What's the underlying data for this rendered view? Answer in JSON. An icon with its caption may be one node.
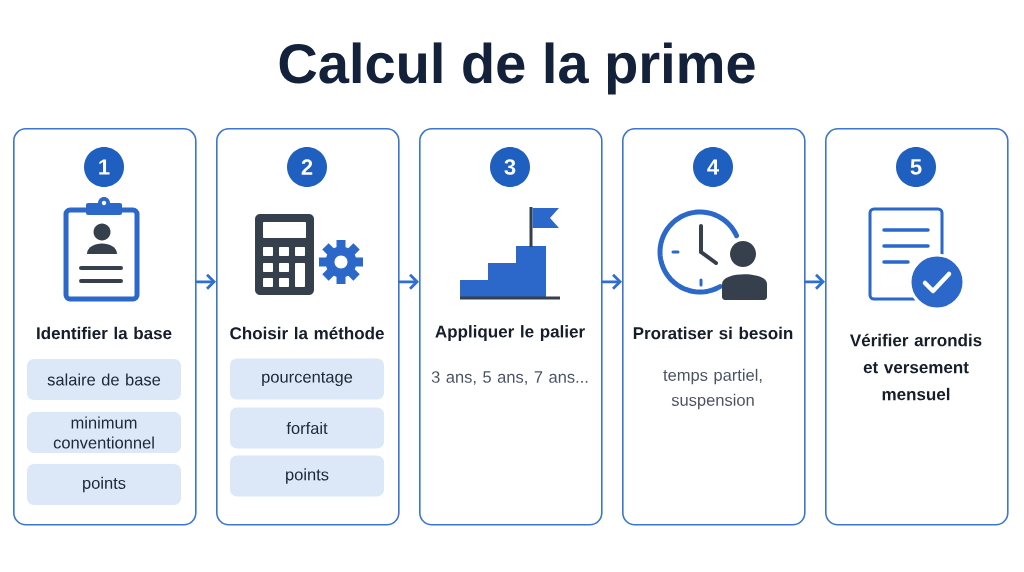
{
  "diagram": {
    "title": "Calcul de la prime",
    "nodes": [
      {
        "text": [
          "Identifier la base"
        ]
      },
      {
        "text": [
          "1"
        ],
        "in": 0
      },
      {
        "text": [
          "salaire de base"
        ],
        "in": 0
      },
      {
        "text": [
          "minimum conventionnel"
        ],
        "in": 0
      },
      {
        "text": [
          "points"
        ],
        "in": 0
      },
      {
        "text": [
          "Choisir la méthode"
        ]
      },
      {
        "text": [
          "2"
        ],
        "in": 5
      },
      {
        "text": [
          "pourcentage"
        ],
        "in": 5
      },
      {
        "text": [
          "forfait"
        ],
        "in": 5
      },
      {
        "text": [
          "points"
        ],
        "in": 5
      },
      {
        "text": [
          "Appliquer le palier",
          "3 ans, 5 ans, 7 ans..."
        ]
      },
      {
        "text": [
          "3"
        ],
        "in": 10
      },
      {
        "text": [
          "Proratiser si besoin",
          "temps partiel, suspension"
        ]
      },
      {
        "text": [
          "4"
        ],
        "in": 12
      },
      {
        "text": [
          "Vérifier arrondis et versement mensuel"
        ]
      },
      {
        "text": [
          "5"
        ],
        "in": 14
      }
    ],
    "edges": [
      {
        "from": 0,
        "to": 5,
        "arrow": "to"
      },
      {
        "from": 5,
        "to": 10,
        "arrow": "to"
      },
      {
        "from": 10,
        "to": 12,
        "arrow": "to"
      },
      {
        "from": 12,
        "to": 14,
        "arrow": "to"
      }
    ]
  }
}
